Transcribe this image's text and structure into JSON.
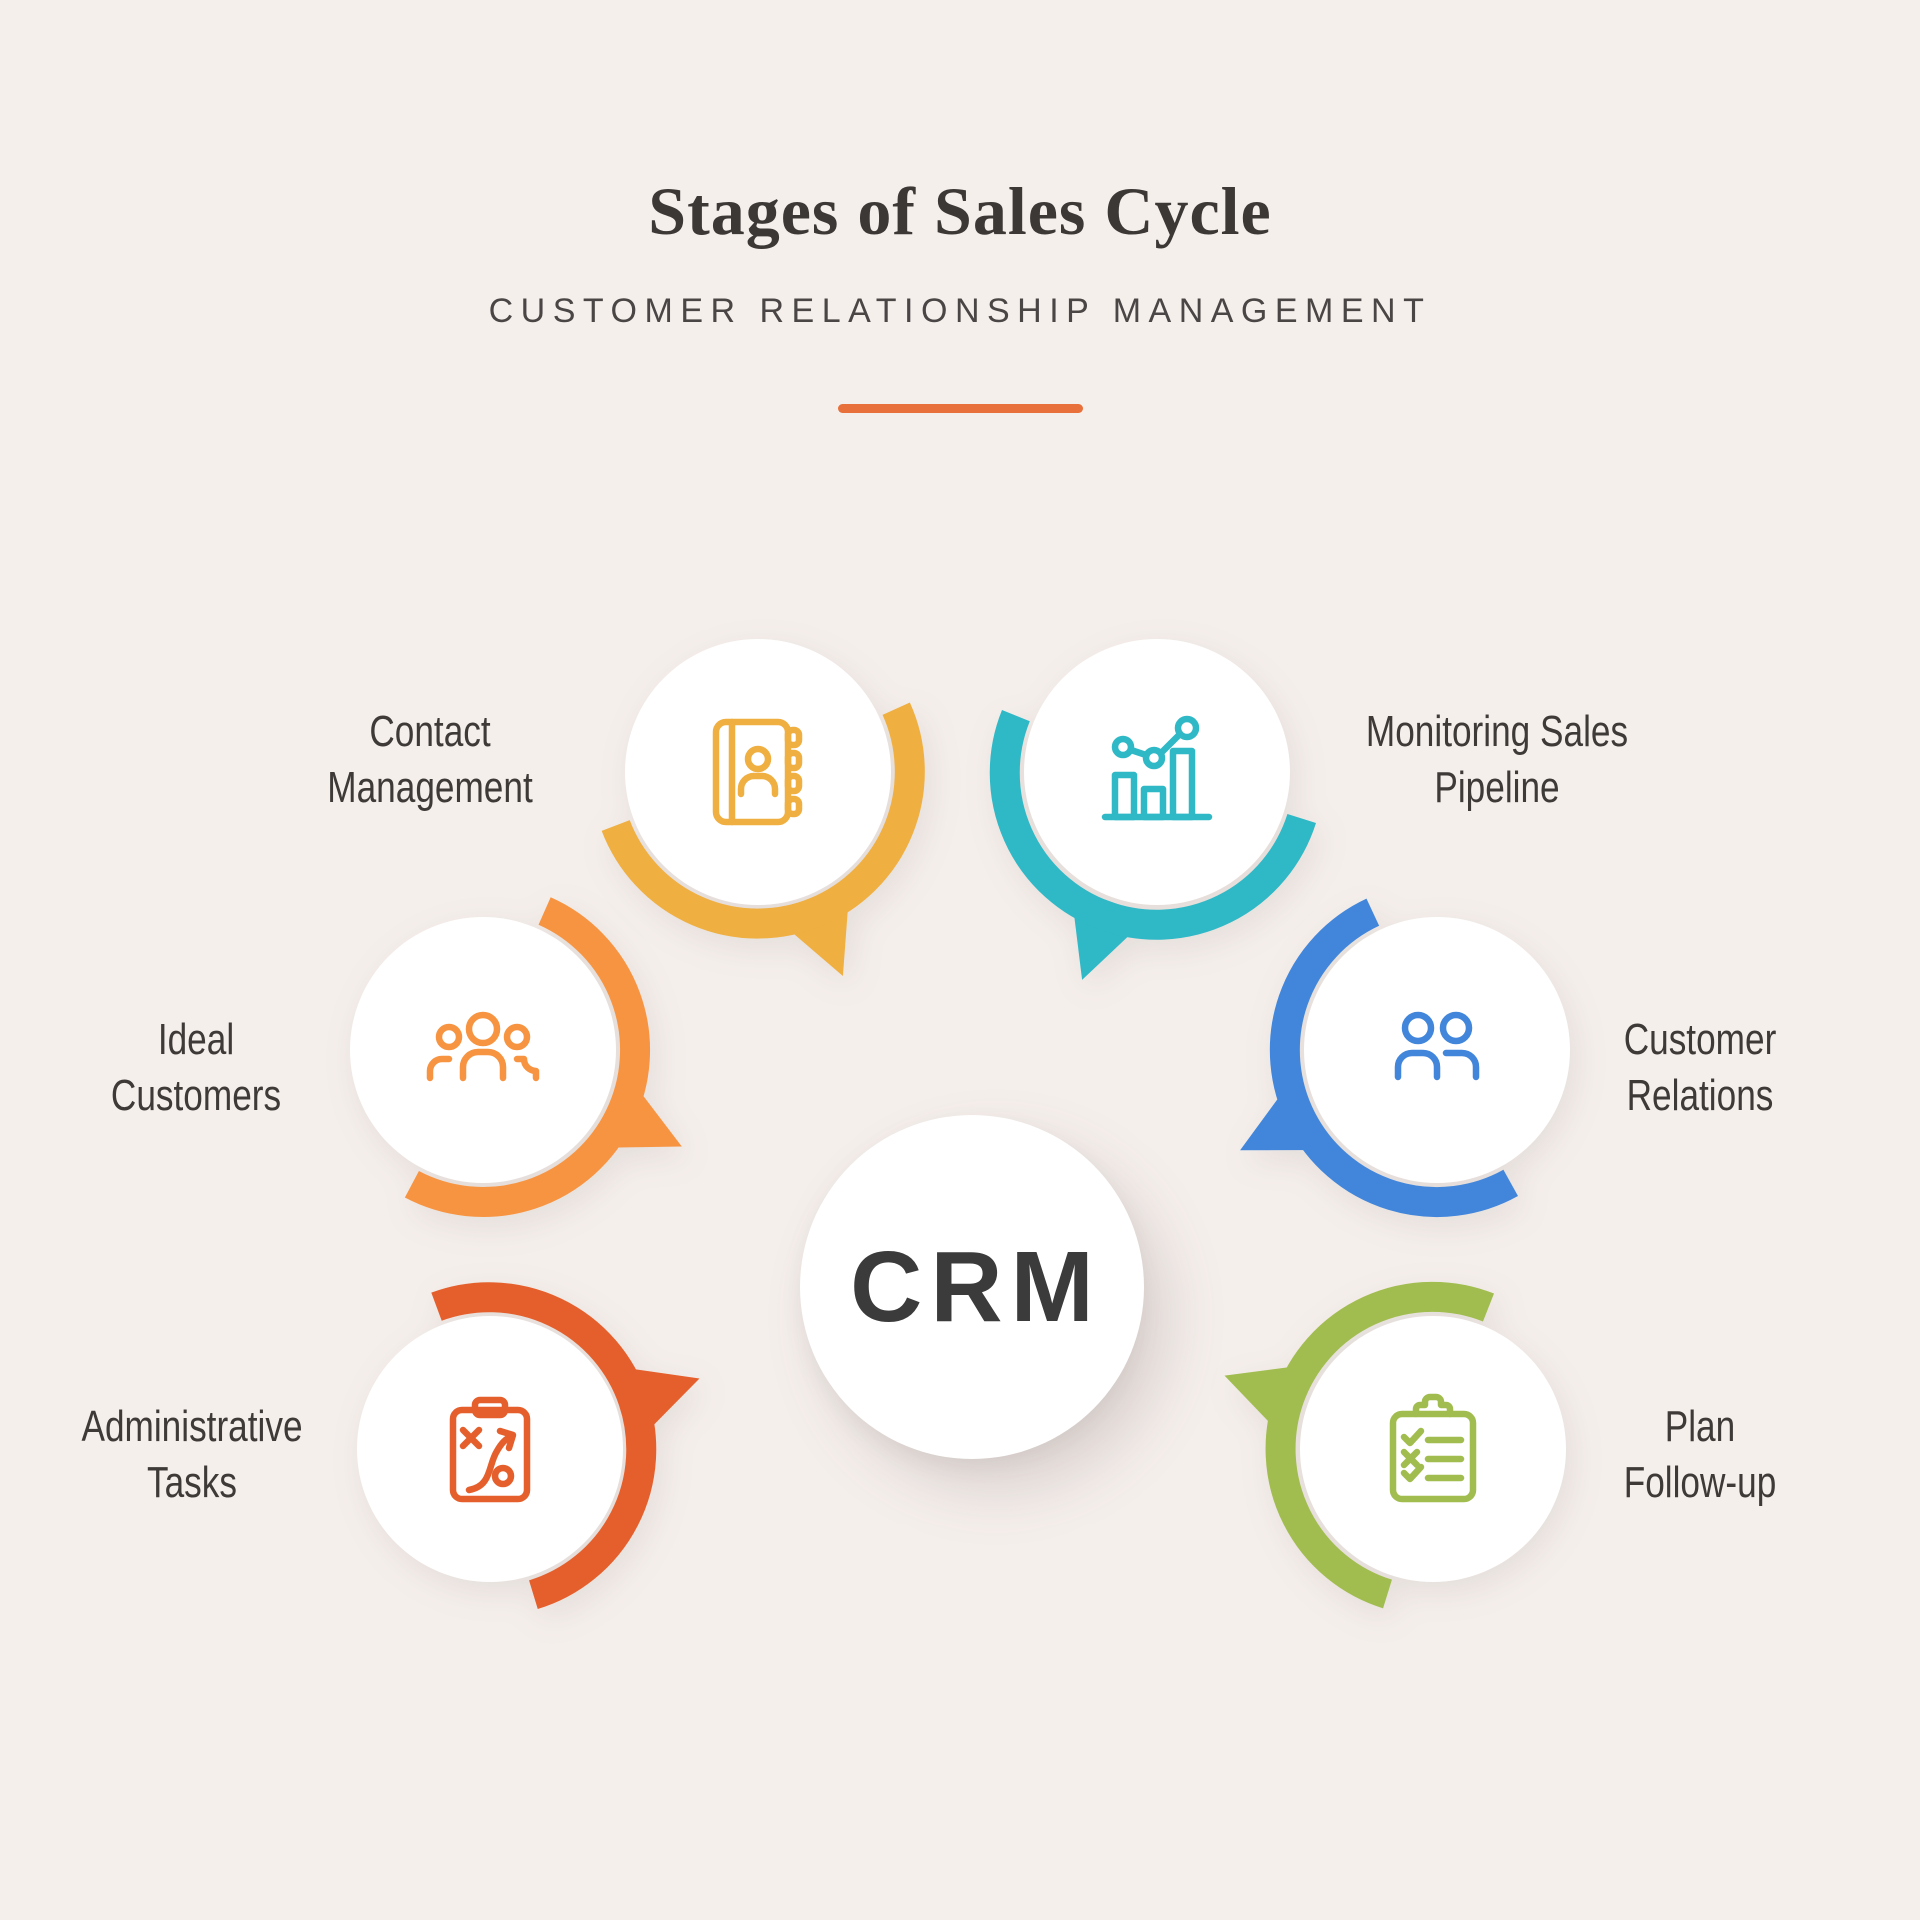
{
  "background_color": "#F5EFEC",
  "header": {
    "title": "Stages of Sales Cycle",
    "subtitle": "CUSTOMER RELATIONSHIP MANAGEMENT",
    "divider_color": "#E8703A"
  },
  "center": {
    "label": "CRM",
    "text_color": "#3B3B3B",
    "circle_color": "#FFFFFF"
  },
  "nodes": [
    {
      "id": "contact-management",
      "label1": "Contact",
      "label2": "Management",
      "color": "#EFAF41",
      "icon": "address-book-icon"
    },
    {
      "id": "monitoring-sales-pipeline",
      "label1": "Monitoring Sales",
      "label2": "Pipeline",
      "color": "#2FB8C6",
      "icon": "bar-chart-icon"
    },
    {
      "id": "ideal-customers",
      "label1": "Ideal",
      "label2": "Customers",
      "color": "#F79441",
      "icon": "people-group-icon"
    },
    {
      "id": "customer-relations",
      "label1": "Customer",
      "label2": "Relations",
      "color": "#4186DB",
      "icon": "two-people-icon"
    },
    {
      "id": "administrative-tasks",
      "label1": "Administrative",
      "label2": "Tasks",
      "color": "#E55F2C",
      "icon": "strategy-clipboard-icon"
    },
    {
      "id": "plan-follow-up",
      "label1": "Plan",
      "label2": "Follow-up",
      "color": "#A1BD4F",
      "icon": "checklist-clipboard-icon"
    }
  ],
  "label_text_color": "#3E3A38"
}
